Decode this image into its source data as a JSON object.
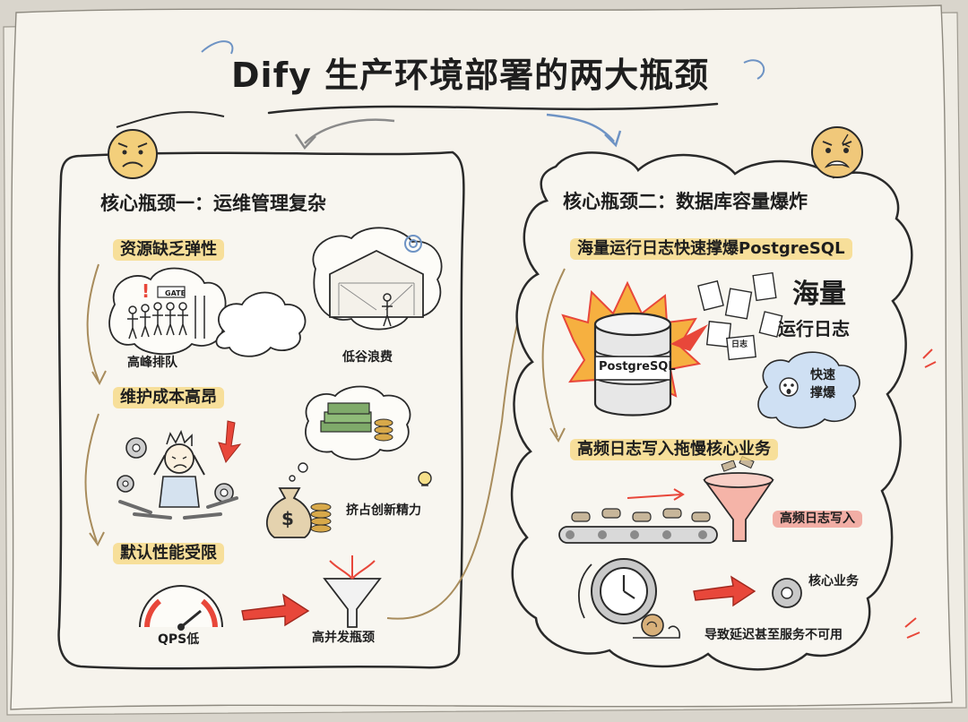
{
  "title": "Dify 生产环境部署的两大瓶颈",
  "left_panel": {
    "heading": "核心瓶颈一：运维管理复杂",
    "items": [
      {
        "label": "资源缺乏弹性",
        "captions": [
          "高峰排队",
          "低谷浪费"
        ],
        "sign": "GATE"
      },
      {
        "label": "维护成本高昂",
        "captions": [
          "挤占创新精力"
        ]
      },
      {
        "label": "默认性能受限",
        "captions": [
          "QPS低",
          "高并发瓶颈"
        ]
      }
    ]
  },
  "right_panel": {
    "heading": "核心瓶颈二：数据库容量爆炸",
    "items": [
      {
        "label": "海量运行日志快速撑爆PostgreSQL"
      },
      {
        "label": "高频日志写入拖慢核心业务"
      }
    ],
    "db_label": "PostgreSQL",
    "big_text_1": "海量",
    "big_text_2": "运行日志",
    "doc_label": "日志",
    "cloud_text_1": "快速",
    "cloud_text_2": "撑爆",
    "write_label": "高频日志写入",
    "core_label": "核心业务",
    "delay_label": "导致延迟甚至服务不可用"
  },
  "colors": {
    "paper": "#f6f3ec",
    "ink": "#2a2a2a",
    "highlight_yellow": "#f7d678",
    "highlight_red": "#f0968c",
    "accent_red": "#e8473a",
    "accent_blue": "#6e93c4",
    "money_green": "#7faa6a",
    "coin_gold": "#d8a94a"
  }
}
